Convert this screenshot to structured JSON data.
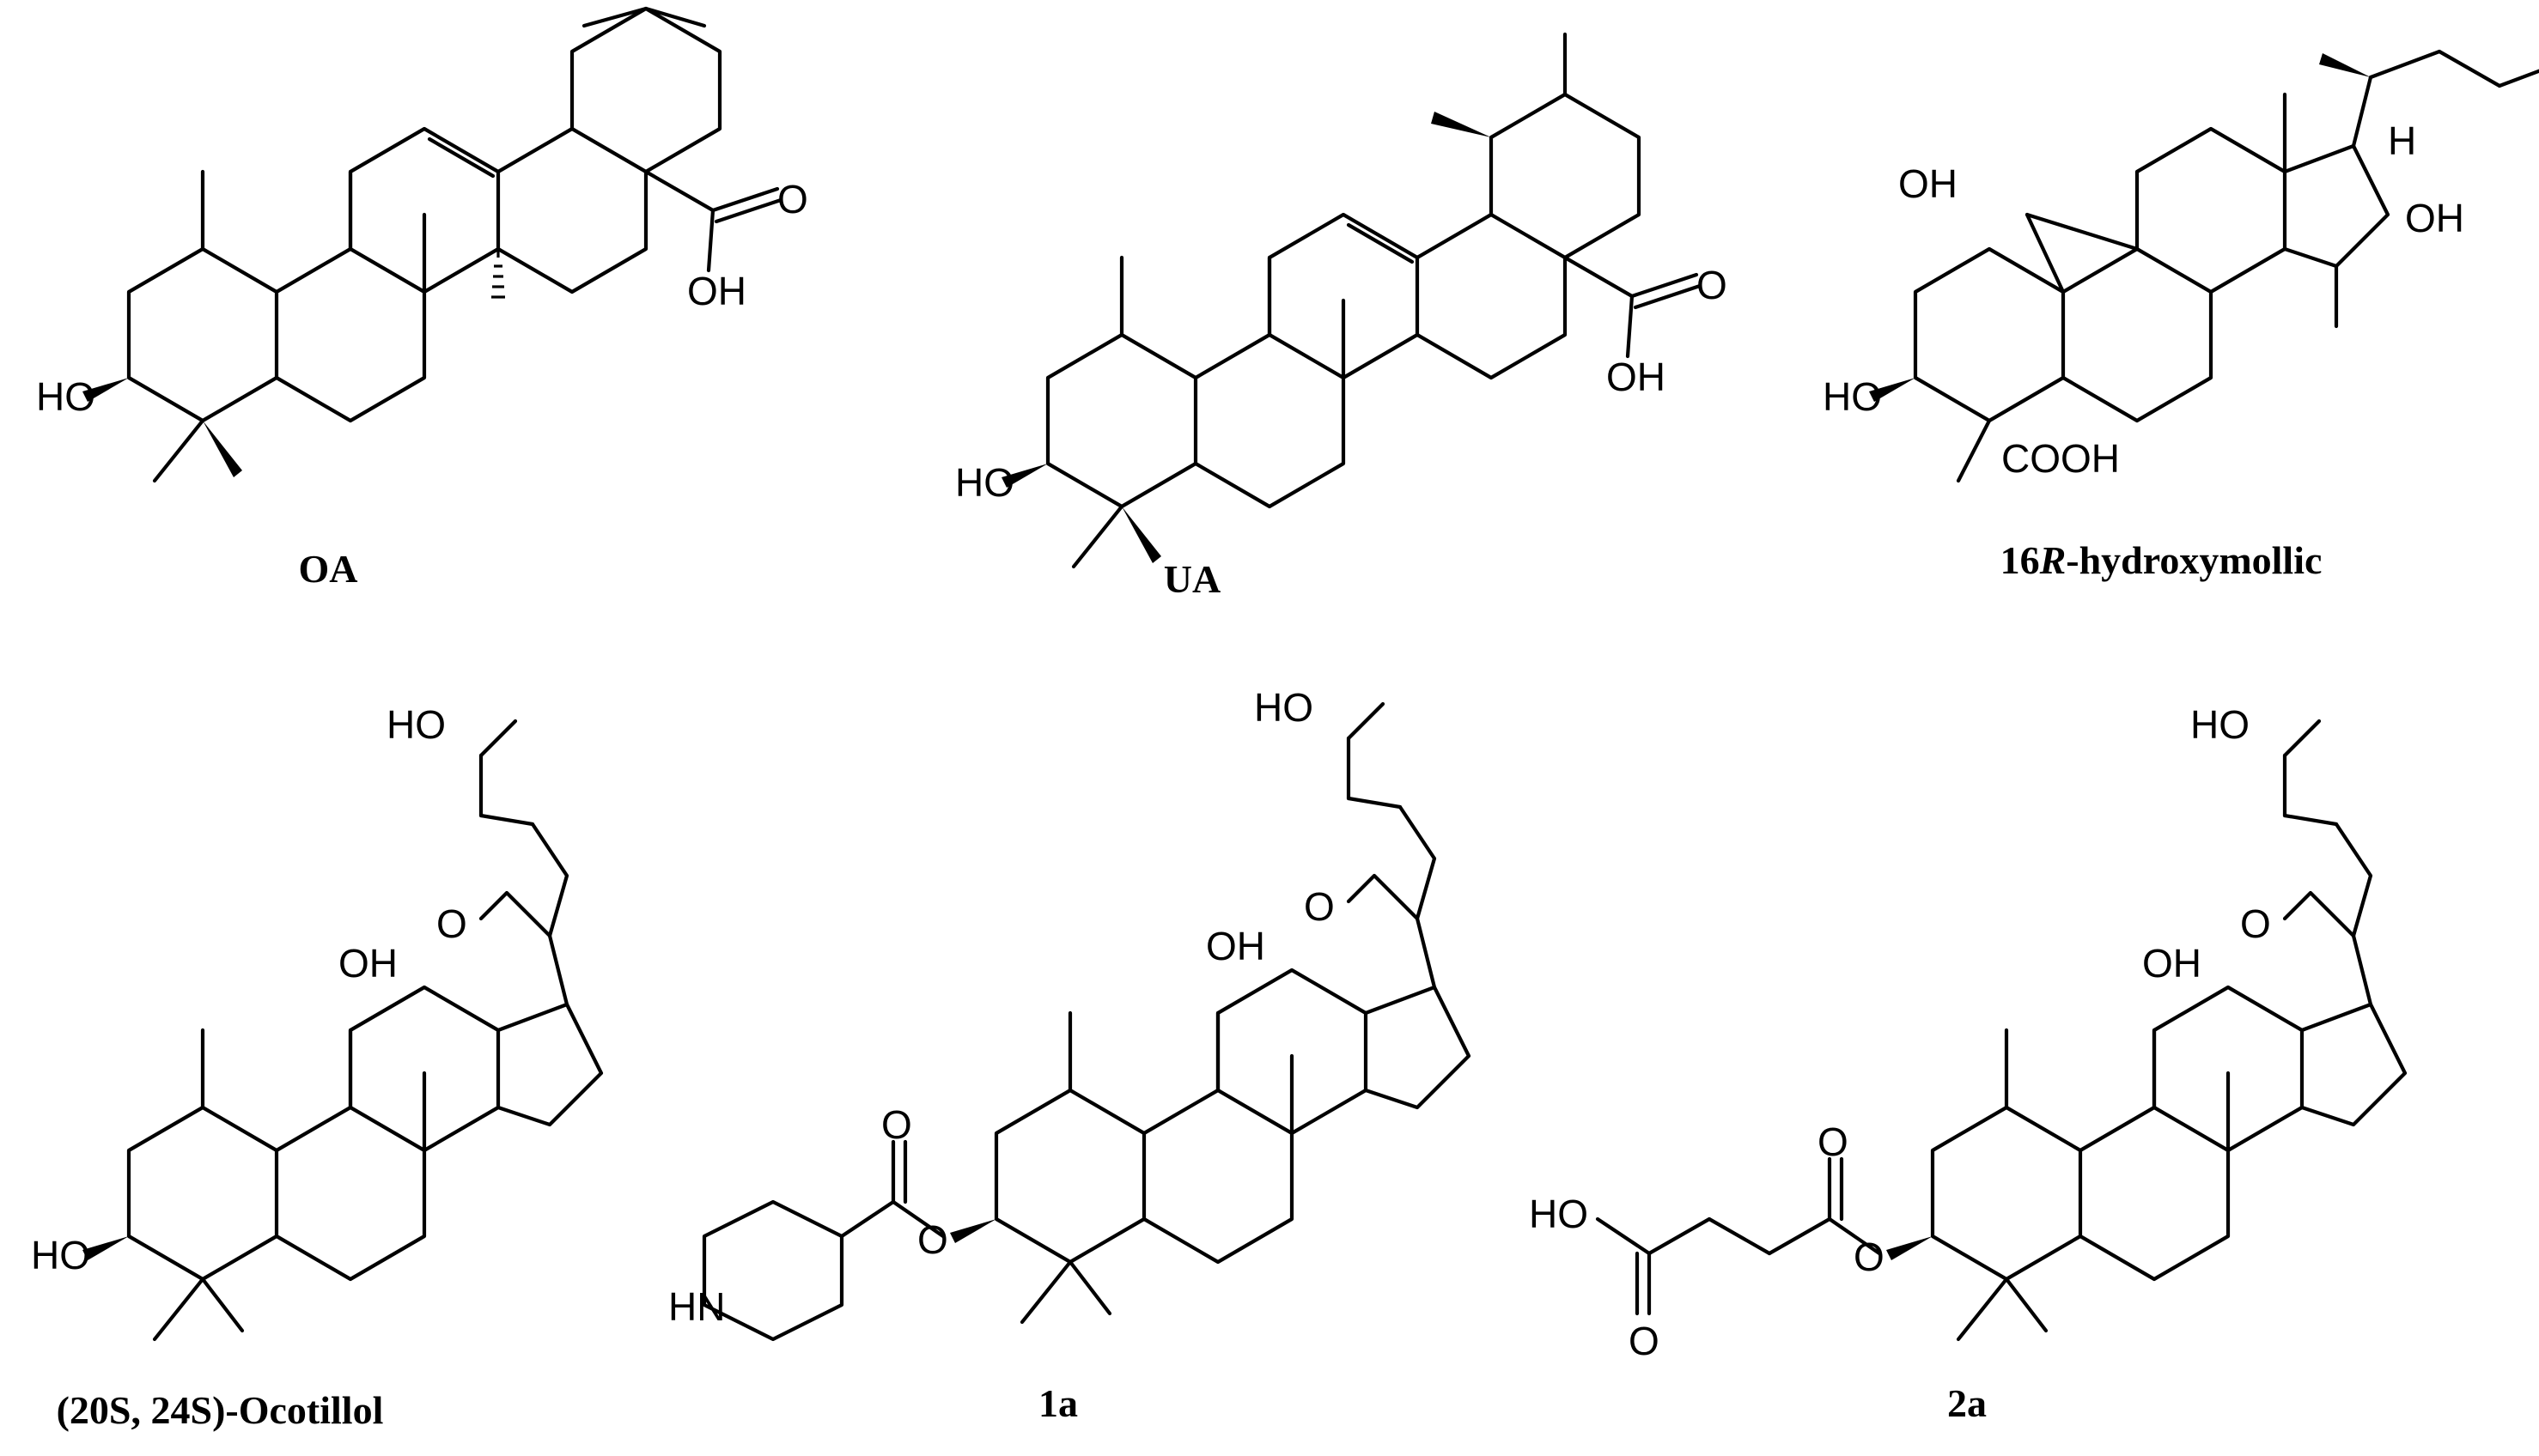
{
  "figure": {
    "captions": {
      "oa": "OA",
      "ua": "UA",
      "hm_num": "16",
      "hm_r": "R",
      "hm_rest": "-hydroxymollic",
      "ocotillol": "(20S, 24S)-Ocotillol",
      "c1a": "1a",
      "c2a": "2a"
    },
    "atoms": {
      "ho": "HO",
      "oh": "OH",
      "o": "O",
      "h": "H",
      "cooh": "COOH",
      "hn": "HN"
    }
  }
}
